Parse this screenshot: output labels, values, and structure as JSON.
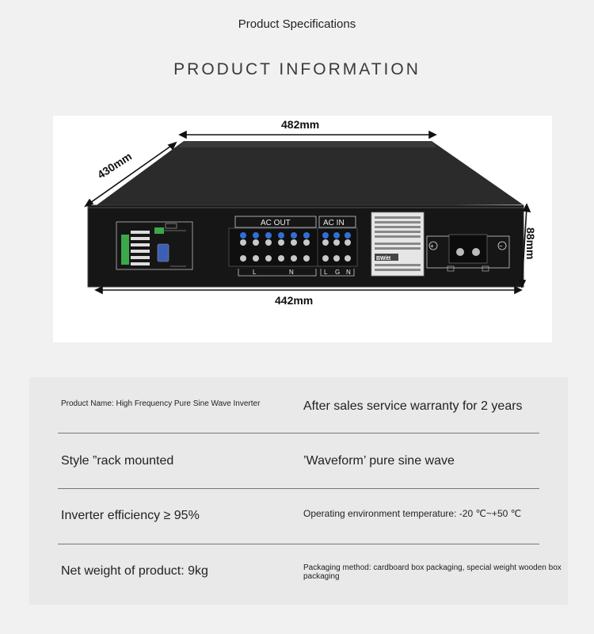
{
  "header": {
    "spec_title": "Product Specifications",
    "info_title": "PRODUCT INFORMATION"
  },
  "product_image": {
    "dimensions": {
      "width": "482mm",
      "depth": "430mm",
      "height": "88mm",
      "front_width": "442mm"
    },
    "labels": {
      "ac_out": "AC OUT",
      "ac_in": "AC IN",
      "l_out": "L",
      "n_out": "N",
      "l_in": "L",
      "g_in": "G",
      "n_in": "N",
      "brand": "BWitt",
      "plus": "+",
      "minus": "−"
    }
  },
  "specs": [
    {
      "left": "Product Name: High Frequency Pure Sine Wave Inverter",
      "right": "After sales service warranty for 2 years"
    },
    {
      "left": "Style ”rack mounted",
      "right": "’Waveform’ pure sine wave"
    },
    {
      "left": "Inverter efficiency ≥ 95%",
      "right": "Operating environment temperature: -20 ℃~+50 ℃"
    },
    {
      "left": "Net weight of product: 9kg",
      "right": "Packaging method: cardboard box packaging, special weight wooden box packaging"
    }
  ],
  "colors": {
    "background": "#f1f1f1",
    "panel": "#e9e9e9",
    "device_body": "#1a1a1a",
    "terminal_blue": "#2f6fd6"
  }
}
